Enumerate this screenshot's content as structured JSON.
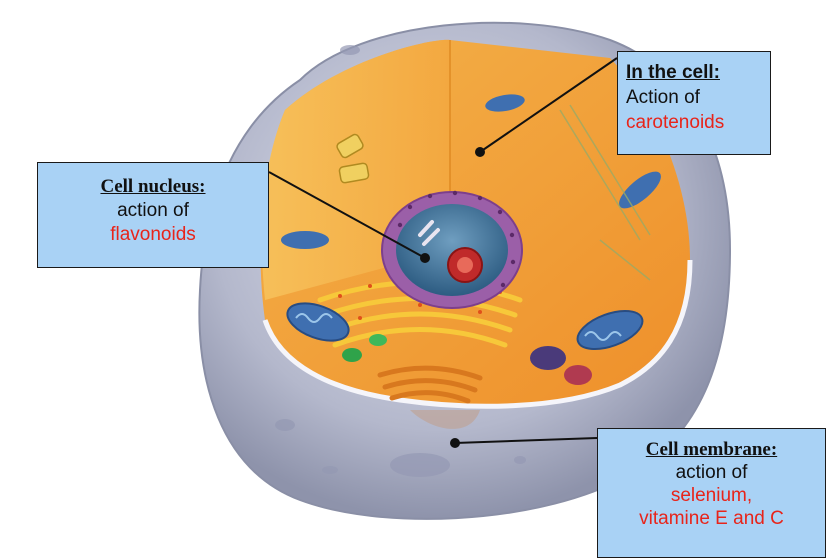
{
  "labels": {
    "cell": {
      "heading": "In the cell:",
      "line1": "Action of",
      "highlight1": "carotenoids"
    },
    "nucleus": {
      "heading": "Cell nucleus:",
      "line1": "action of",
      "highlight1": "flavonoids"
    },
    "membrane": {
      "heading": "Cell membrane:",
      "line1": "action of",
      "highlight1": "selenium,",
      "highlight2": "vitamine E and C"
    }
  },
  "colors": {
    "callout_fill": "#a9d2f5",
    "highlight_text": "#e8241a",
    "membrane": "#a8adc4",
    "cytoplasm": "#f2a032",
    "nucleus": "#3d6f96",
    "nuclear_envelope": "#9b5fa8"
  }
}
